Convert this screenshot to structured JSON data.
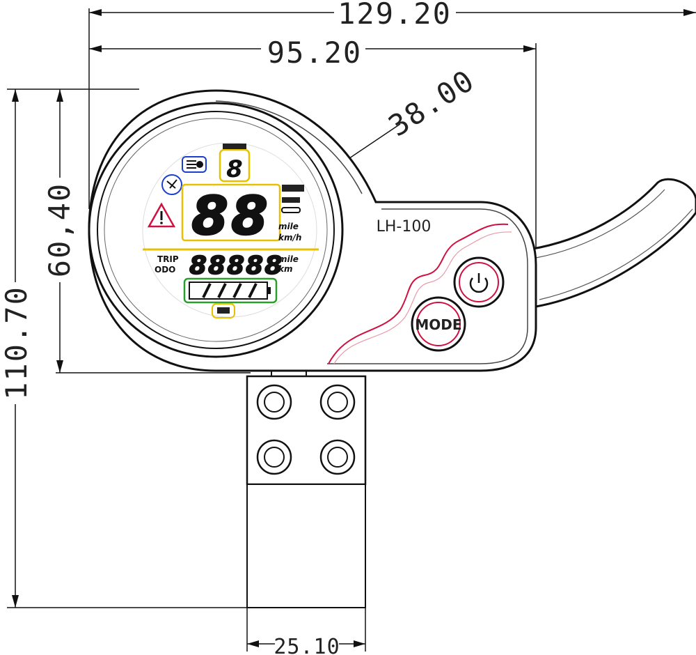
{
  "dimensions": {
    "total_width": "129.20",
    "body_width": "95.20",
    "dial_diameter": "38.00",
    "total_height": "110.70",
    "body_height": "60,40",
    "clamp_width": "25.10"
  },
  "device": {
    "model": "LH-100",
    "mode_button_label": "MODE"
  },
  "display": {
    "speed_digits": "88",
    "odometer_digits": "88888",
    "speed_units_top": "mile",
    "speed_units_bottom": "km/h",
    "odo_units_top": "mile",
    "odo_units_bottom": "km",
    "trip_label": "TRIP",
    "odo_label": "ODO",
    "gear_digit": "8"
  },
  "colors": {
    "outline": "#111111",
    "yellow_highlight": "#e8c000",
    "blue_icon": "#1a3fd0",
    "red_accent": "#d01040",
    "green_battery": "#2aa02a"
  }
}
